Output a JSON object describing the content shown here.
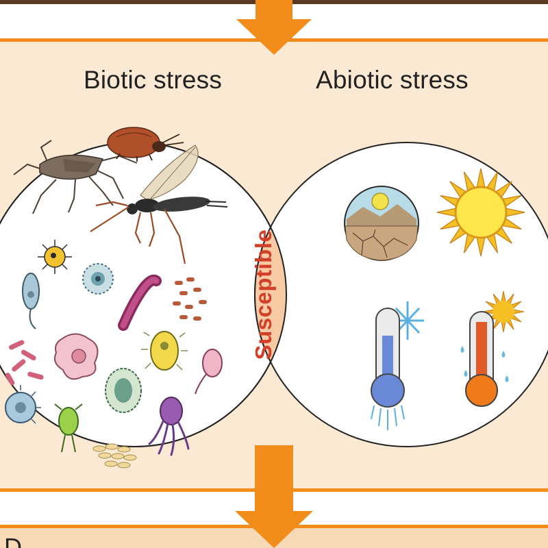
{
  "titles": {
    "biotic": "Biotic stress",
    "abiotic": "Abiotic stress"
  },
  "overlap_label": "Susceptible",
  "bottom_partial_text": "D",
  "colors": {
    "background": "#fce9d4",
    "orange": "#f28c1a",
    "dark_band": "#5a3a22",
    "susceptible_text": "#d2402a",
    "overlap_fill": "#f8cba5"
  },
  "icons": {
    "biotic": [
      "stink-bug-icon",
      "beetle-icon",
      "wasp-icon",
      "microbe-icons"
    ],
    "abiotic": [
      "drought-icon",
      "sun-icon",
      "cold-thermometer-icon",
      "hot-thermometer-icon"
    ]
  }
}
